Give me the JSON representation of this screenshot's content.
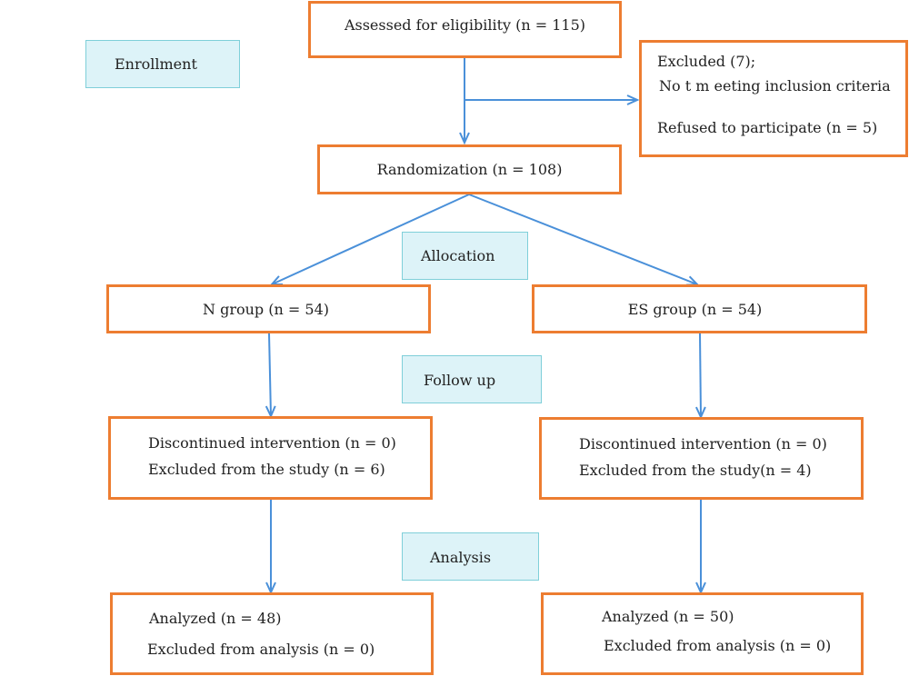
{
  "colors": {
    "box_border": "#ED7D31",
    "stage_fill": "#DDF3F8",
    "stage_border": "#7FCFD9",
    "arrow": "#4A90D9"
  },
  "stages": {
    "enrollment": "Enrollment",
    "allocation": "Allocation",
    "follow_up": "Follow up",
    "analysis": "Analysis"
  },
  "boxes": {
    "assessed": "Assessed for eligibility (n = 115)",
    "excluded": {
      "line1": "Excluded (7);",
      "line2": "No t m eeting inclusion criteria",
      "line3": "Refused to participate (n = 5)"
    },
    "randomization": "Randomization (n = 108)",
    "n_group": "N group (n = 54)",
    "es_group": "ES group (n = 54)",
    "n_followup": {
      "line1": "Discontinued intervention (n = 0)",
      "line2": "Excluded from the study  (n = 6)"
    },
    "es_followup": {
      "line1": "Discontinued intervention (n = 0)",
      "line2": "Excluded from the study(n = 4)"
    },
    "n_analysis": {
      "line1": "Analyzed (n = 48)",
      "line2": "Excluded from analysis (n = 0)"
    },
    "es_analysis": {
      "line1": "Analyzed (n = 50)",
      "line2": "Excluded from analysis (n = 0)"
    }
  }
}
